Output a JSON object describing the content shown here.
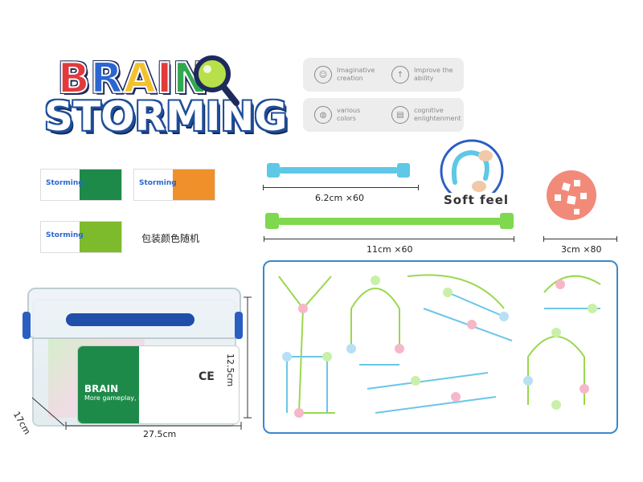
{
  "logo": {
    "line1": "BRAIN",
    "line2": "STORMING"
  },
  "features": [
    {
      "icon": "lightbulb-head-icon",
      "text": "Imaginative creation"
    },
    {
      "icon": "figure-up-icon",
      "text": "Improve the ability"
    },
    {
      "icon": "palette-icon",
      "text": "various colors"
    },
    {
      "icon": "book-icon",
      "text": "cognitive enlightenment"
    }
  ],
  "parts": [
    {
      "label": "6.2cm  ×60",
      "color": "#5ec8e6"
    },
    {
      "label": "11cm   ×60",
      "color": "#7fd84e"
    },
    {
      "label": "3cm   ×80",
      "color": "#f28a7a"
    }
  ],
  "soft_feel": "Soft feel",
  "packaging_note": "包装颜色随机",
  "packaging_colors": [
    "#1e8a4a",
    "#f0902a",
    "#7dbb2c"
  ],
  "box": {
    "width_label": "27.5cm",
    "depth_label": "17cm",
    "height_label": "12.5cm",
    "label_logo": "BRAIN STORMING",
    "label_tagline": "More gameplay, More fun"
  },
  "colors": {
    "panel_border": "#3a88c9",
    "handle": "#1f4fa8"
  }
}
